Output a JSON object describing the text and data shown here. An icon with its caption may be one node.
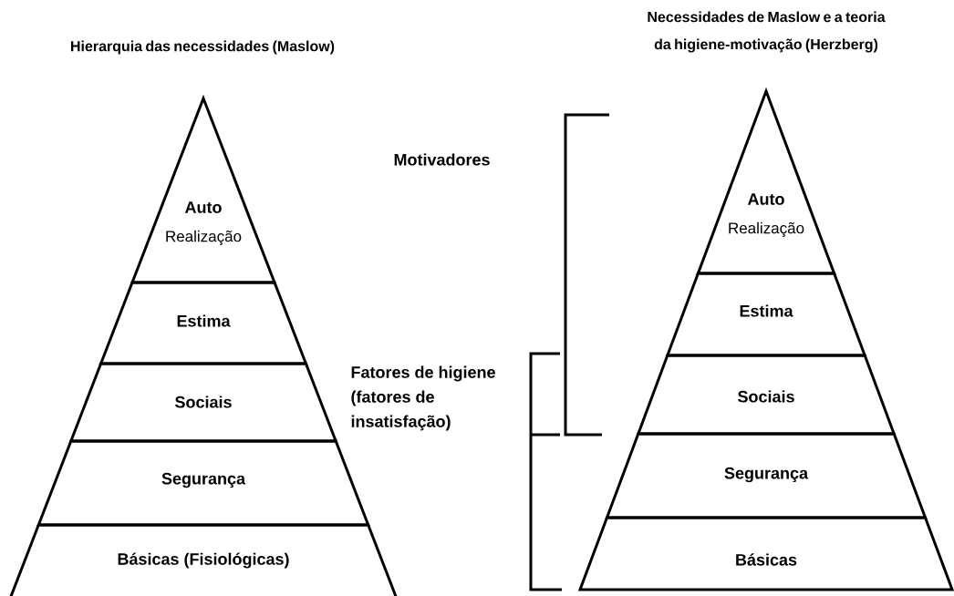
{
  "diagram": {
    "nodes": [
      {
        "text": [
          "Auto",
          "Realização"
        ]
      },
      {
        "text": [
          "Estima"
        ]
      },
      {
        "text": [
          "Sociais"
        ]
      },
      {
        "text": [
          "Segurança"
        ]
      },
      {
        "text": [
          "Básicas (Fisiológicas)"
        ]
      },
      {
        "text": [
          "Auto",
          "Realização"
        ]
      },
      {
        "text": [
          "Estima"
        ]
      },
      {
        "text": [
          "Sociais"
        ]
      },
      {
        "text": [
          "Segurança"
        ]
      },
      {
        "text": [
          "Básicas"
        ]
      }
    ],
    "labels": [
      "Hierarquia das necessidades (Maslow)",
      "Necessidades de Maslow e a teoria da higiene-motivação (Herzberg)",
      "Motivadores",
      "Fatores de higiene (fatores de insatisfação)"
    ]
  }
}
